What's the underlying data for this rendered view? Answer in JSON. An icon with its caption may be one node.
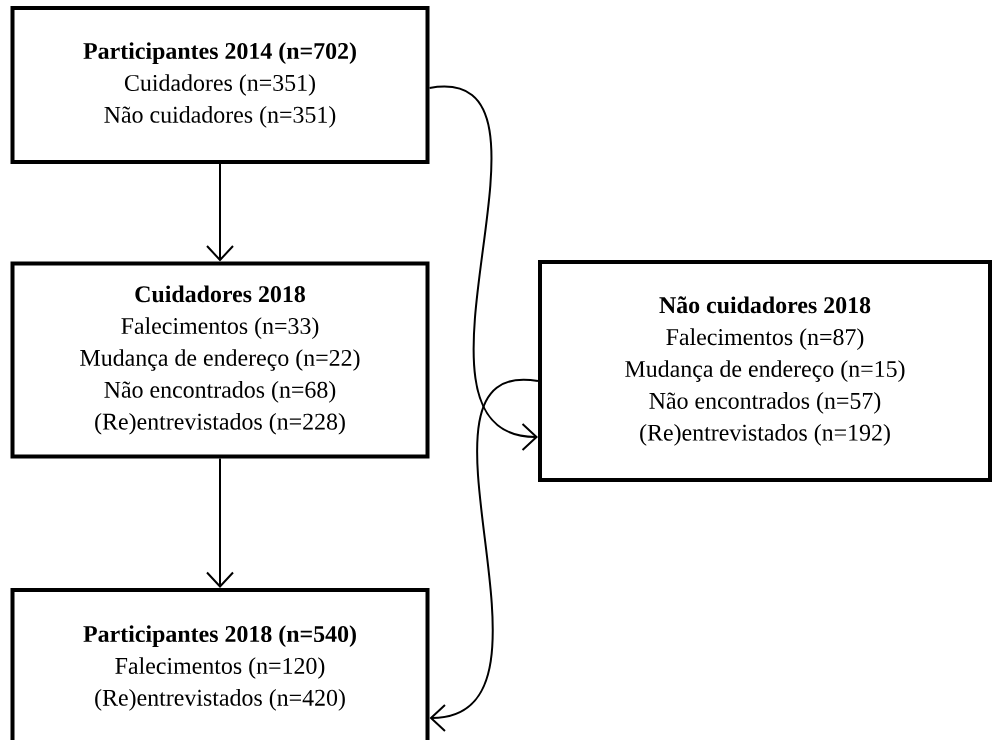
{
  "diagram": {
    "nodes": [
      {
        "text": [
          "Participantes 2014 (n=702)",
          "Cuidadores (n=351)",
          "Não cuidadores (n=351)"
        ]
      },
      {
        "text": [
          "Cuidadores 2018",
          "Falecimentos (n=33)",
          "Mudança de endereço (n=22)",
          "Não encontrados (n=68)",
          "(Re)entrevistados (n=228)"
        ]
      },
      {
        "text": [
          "Não cuidadores 2018",
          "Falecimentos (n=87)",
          "Mudança de endereço (n=15)",
          "Não encontrados (n=57)",
          "(Re)entrevistados (n=192)"
        ]
      },
      {
        "text": [
          "Participantes 2018 (n=540)",
          "Falecimentos (n=120)",
          "(Re)entrevistados (n=420)"
        ]
      }
    ],
    "edges": [
      {
        "from": 0,
        "to": 1,
        "arrow": "to"
      },
      {
        "from": 0,
        "to": 2,
        "arrow": "to"
      },
      {
        "from": 1,
        "to": 3,
        "arrow": "to"
      },
      {
        "from": 2,
        "to": 3,
        "arrow": "to"
      }
    ]
  }
}
